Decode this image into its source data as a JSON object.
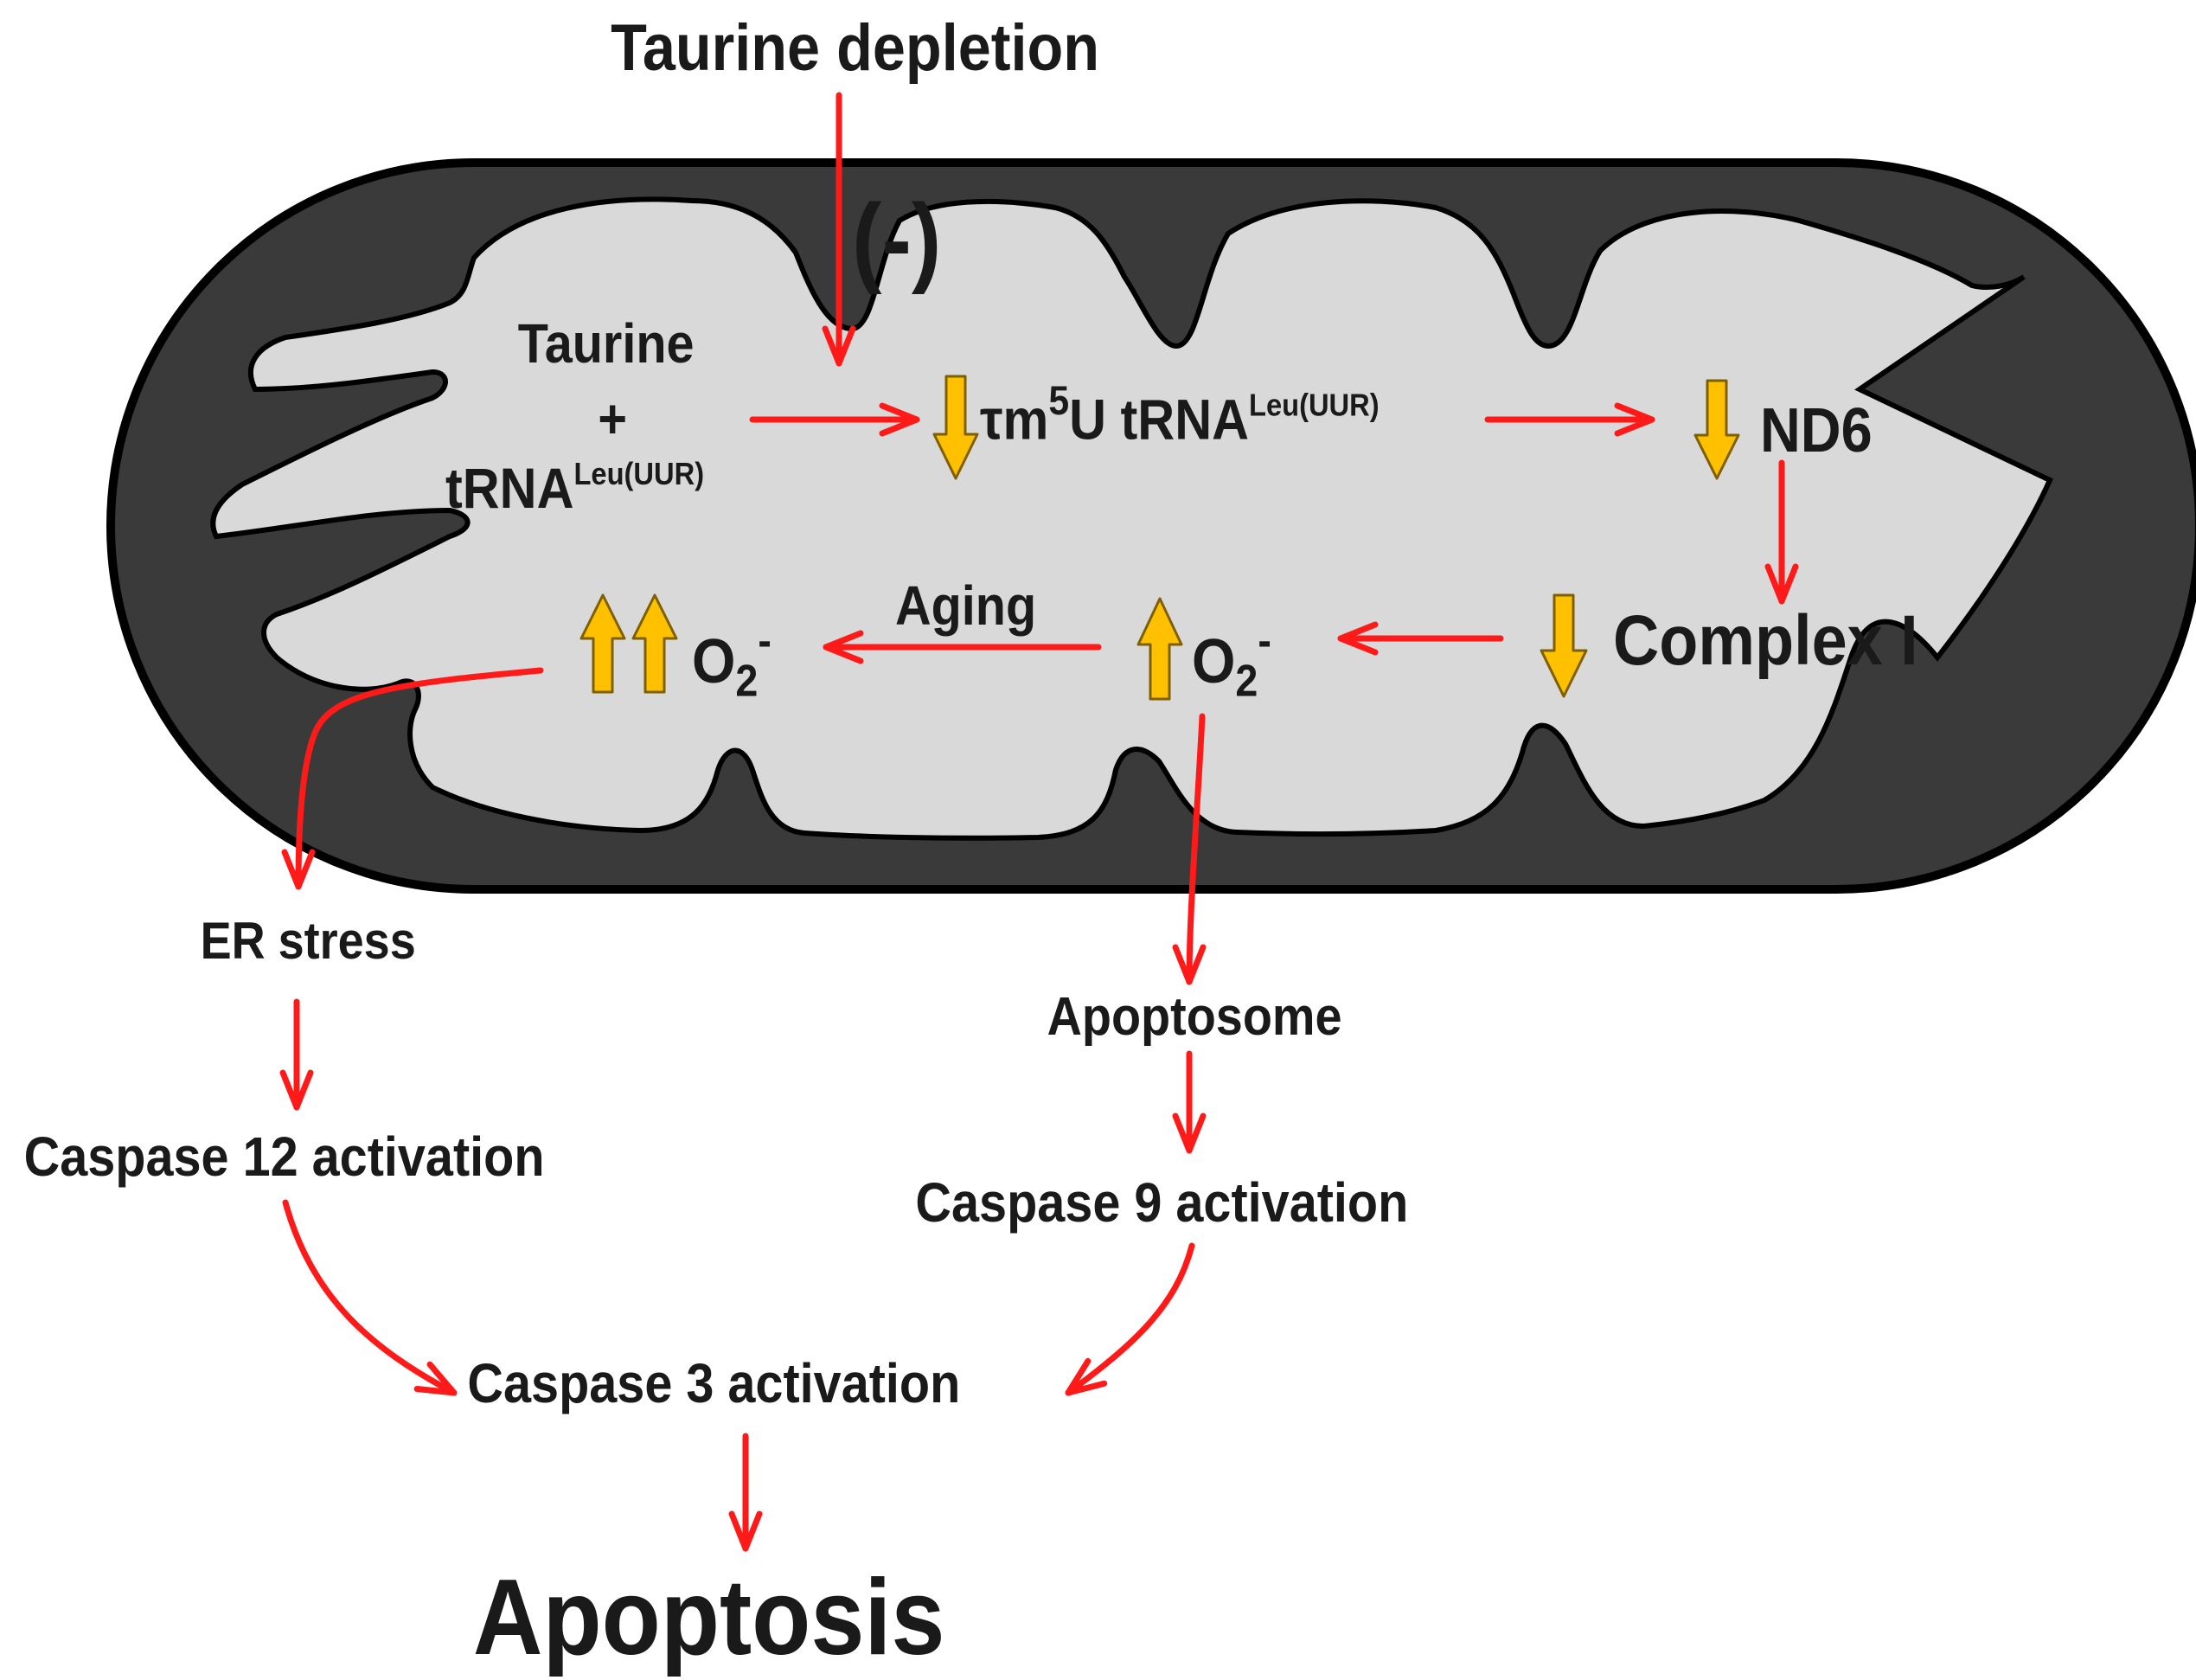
{
  "labels": {
    "taurine_depletion": "Taurine depletion",
    "inhibition_sign": "(-)",
    "taurine": "Taurine",
    "plus": "+",
    "trna_base": "tRNA",
    "trna_sup": "Leu(UUR)",
    "tm5u_tau": "τm",
    "tm5u_five": "5",
    "tm5u_u": "U tRNA",
    "tm5u_sup": "Leu(UUR)",
    "nd6": "ND6",
    "complex_i": "Complex I",
    "o2_base": "O",
    "o2_sub": "2",
    "o2_sup": "-",
    "aging": "Aging",
    "er_stress": "ER stress",
    "caspase12": "Caspase 12 activation",
    "apoptosome": "Apoptosome",
    "caspase9": "Caspase 9 activation",
    "caspase3": "Caspase 3 activation",
    "apoptosis": "Apoptosis"
  },
  "colors": {
    "membrane_outer": "#3a3a3a",
    "matrix": "#d9d9d9",
    "outline": "#000000",
    "flow_arrow": "#ff1a1a",
    "level_arrow_fill": "#ffc000",
    "level_arrow_stroke": "#7f6000",
    "text": "#1a1a1a"
  },
  "indicators": [
    {
      "id": "tm5u-level",
      "direction": "down",
      "icon": "down-arrow-icon"
    },
    {
      "id": "nd6-level",
      "direction": "down",
      "icon": "down-arrow-icon"
    },
    {
      "id": "complex-i-level",
      "direction": "down",
      "icon": "down-arrow-icon"
    },
    {
      "id": "superoxide-level",
      "direction": "up",
      "icon": "up-arrow-icon"
    },
    {
      "id": "superoxide-aged-level-1",
      "direction": "up",
      "icon": "up-arrow-icon"
    },
    {
      "id": "superoxide-aged-level-2",
      "direction": "up",
      "icon": "up-arrow-icon"
    }
  ]
}
